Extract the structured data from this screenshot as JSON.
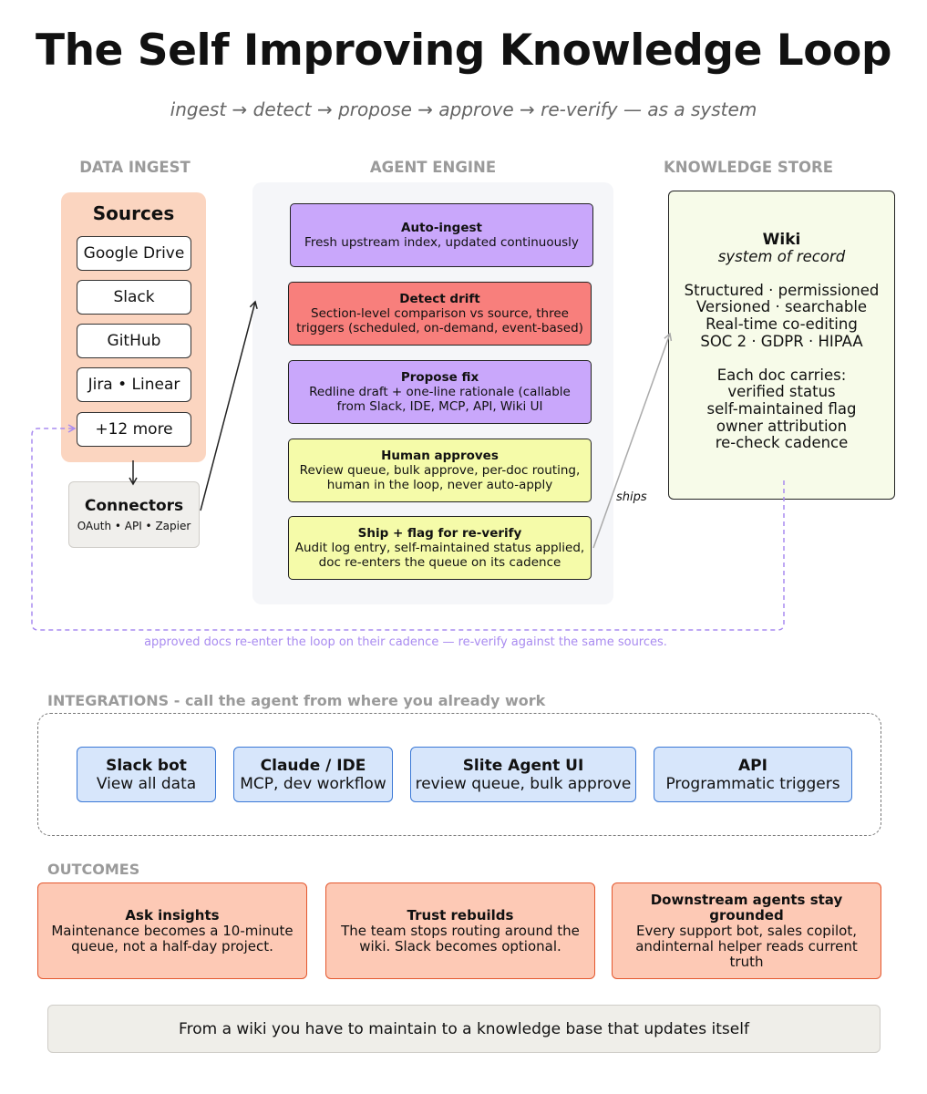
{
  "title": "The Self Improving Knowledge Loop",
  "subtitle": "ingest → detect → propose → approve → re-verify — as a system",
  "columns": {
    "ingest": "DATA INGEST",
    "engine": "AGENT ENGINE",
    "store": "KNOWLEDGE STORE"
  },
  "sources": {
    "title": "Sources",
    "items": [
      "Google Drive",
      "Slack",
      "GitHub",
      "Jira • Linear",
      "+12 more"
    ]
  },
  "connectors": {
    "title": "Connectors",
    "subtitle": "OAuth • API • Zapier"
  },
  "engine_steps": [
    {
      "title": "Auto-ingest",
      "desc": "Fresh upstream index, updated continuously"
    },
    {
      "title": "Detect drift",
      "desc": "Section-level comparison vs source, three triggers (scheduled, on-demand, event-based)"
    },
    {
      "title": "Propose fix",
      "desc": "Redline draft + one-line rationale (callable from Slack, IDE, MCP, API, Wiki UI"
    },
    {
      "title": "Human approves",
      "desc": "Review queue, bulk approve, per-doc routing, human in the loop, never auto-apply"
    },
    {
      "title": "Ship + flag for re-verify",
      "desc": "Audit log entry, self-maintained status applied, doc re-enters the queue on its cadence"
    }
  ],
  "wiki": {
    "title": "Wiki",
    "subtitle": "system of record",
    "features": [
      "Structured · permissioned",
      "Versioned · searchable",
      "Real-time co-editing",
      "SOC 2 · GDPR · HIPAA"
    ],
    "carries_title": "Each doc carries:",
    "carries": [
      "verified status",
      "self-maintained flag",
      "owner attribution",
      "re-check cadence"
    ]
  },
  "ships_label": "ships",
  "loop_caption": "approved docs re-enter the loop on their cadence — re-verify against the same sources.",
  "integrations": {
    "label": "INTEGRATIONS - call the agent from where you already work",
    "items": [
      {
        "title": "Slack bot",
        "desc": "View all data"
      },
      {
        "title": "Claude / IDE",
        "desc": "MCP, dev workflow"
      },
      {
        "title": "Slite Agent UI",
        "desc": "review queue, bulk approve"
      },
      {
        "title": "API",
        "desc": "Programmatic triggers"
      }
    ]
  },
  "outcomes": {
    "label": "OUTCOMES",
    "items": [
      {
        "title": "Ask insights",
        "desc": "Maintenance becomes a 10-minute queue, not a half-day project."
      },
      {
        "title": "Trust rebuilds",
        "desc": "The team stops routing around the wiki. Slack becomes optional."
      },
      {
        "title": "Downstream agents stay grounded",
        "desc": "Every support bot, sales copilot, andinternal helper reads current truth"
      }
    ]
  },
  "footer": "From a wiki you have to maintain to a knowledge base that updates itself"
}
